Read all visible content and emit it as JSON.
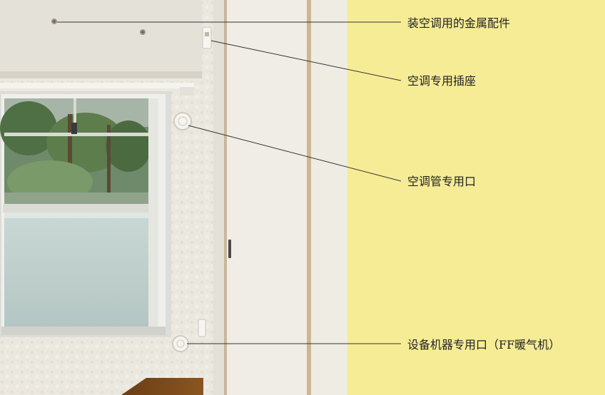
{
  "labels": [
    {
      "text": "装空调用的金属配件"
    },
    {
      "text": "空调专用插座"
    },
    {
      "text": "空调管专用口"
    },
    {
      "text": "设备机器专用口（FF暖气机）"
    }
  ],
  "colors": {
    "background": "#f6ec96",
    "wall": "#ece9e1",
    "line": "#333333"
  }
}
